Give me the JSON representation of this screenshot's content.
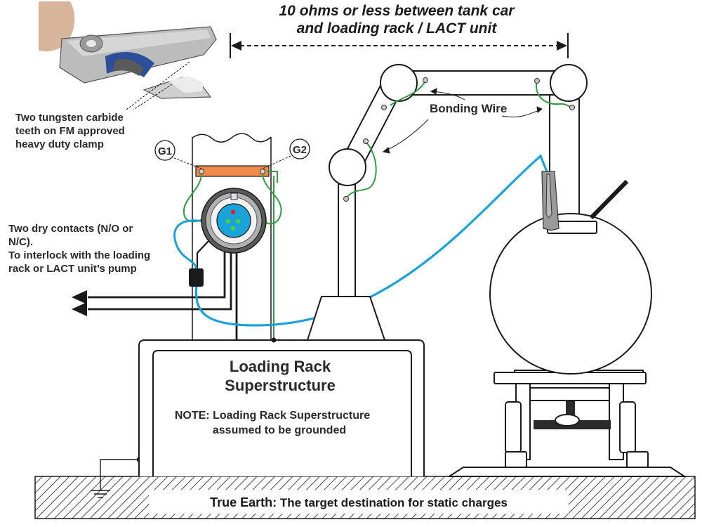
{
  "colors": {
    "line": "#1a1a1a",
    "fill": "#ffffff",
    "ground_band": "#ffffff",
    "bonding_wire": "#2e9e3e",
    "cable": "#1aa3d9",
    "ground_bar": "#f08a4b",
    "monitor_ring": "#8a8a8a",
    "monitor_face": "#1aa3d9",
    "led_red": "#e02020",
    "led_green": "#4cd04c",
    "clamp_metal": "#9a9a9a"
  },
  "header": {
    "line1": "10 ohms or less between tank car",
    "line2": "and loading rack / LACT unit"
  },
  "clamp_note": {
    "line1": "Two tungsten carbide",
    "line2": "teeth on FM approved",
    "line3": "heavy duty clamp"
  },
  "contacts_note": {
    "line1": "Two dry contacts (N/O or",
    "line2": "N/C).",
    "line3": "To interlock with the loading",
    "line4": "rack or LACT unit’s pump"
  },
  "labels": {
    "g1": "G1",
    "g2": "G2",
    "bonding_wire": "Bonding Wire"
  },
  "rack": {
    "title_line1": "Loading Rack",
    "title_line2": "Superstructure",
    "note_line1": "NOTE: Loading Rack Superstructure",
    "note_line2": "assumed to be grounded"
  },
  "earth": {
    "bold": "True Earth:",
    "text": " The target destination for static charges"
  }
}
